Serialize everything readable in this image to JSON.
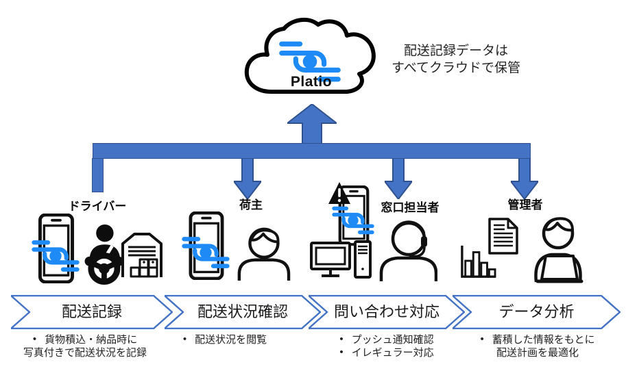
{
  "ui": {
    "bullet_char": "•"
  },
  "colors": {
    "flow_blue": "#4472C4",
    "flow_blue_border": "#2F528F",
    "platio_blue": "#1E8AF5",
    "chevron_border": "#4472C4",
    "icon_black": "#111111"
  },
  "cloud": {
    "label": "Platio",
    "note_lines": [
      "配送記録データは",
      "すべてクラウドで保管"
    ]
  },
  "roles": [
    {
      "name": "ドライバー",
      "icons": [
        "smartphone-platio-icon",
        "driver-steering-wheel-icon",
        "warehouse-icon"
      ]
    },
    {
      "name": "荷主",
      "icons": [
        "smartphone-platio-icon",
        "person-icon"
      ]
    },
    {
      "name": "窓口担当者",
      "icons": [
        "smartphone-alert-platio-icon",
        "desktop-pc-icon",
        "operator-headset-icon"
      ]
    },
    {
      "name": "管理者",
      "icons": [
        "bar-chart-icon",
        "document-icon",
        "person-laptop-icon"
      ]
    }
  ],
  "steps": [
    {
      "label": "配送記録",
      "bullets": [
        {
          "lines": [
            "貨物積込・納品時に",
            "写真付きで配送状況を記録"
          ]
        }
      ]
    },
    {
      "label": "配送状況確認",
      "bullets": [
        {
          "lines": [
            "配送状況を閲覧"
          ]
        }
      ]
    },
    {
      "label": "問い合わせ対応",
      "bullets": [
        {
          "lines": [
            "プッシュ通知確認"
          ]
        },
        {
          "lines": [
            "イレギュラー対応"
          ]
        }
      ]
    },
    {
      "label": "データ分析",
      "bullets": [
        {
          "lines": [
            "蓄積した情報をもとに",
            "配送計画を最適化"
          ]
        }
      ]
    }
  ]
}
